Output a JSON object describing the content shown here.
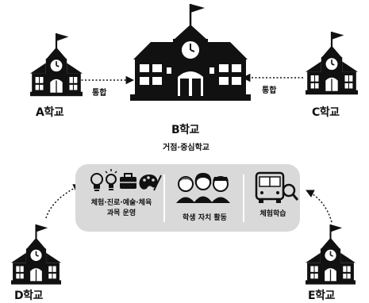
{
  "schools": {
    "a": "A학교",
    "b": "B학교",
    "c": "C학교",
    "d": "D학교",
    "e": "E학교"
  },
  "b_subtitle": "거점·중심학교",
  "edge_label_left": "통합",
  "edge_label_right": "통합",
  "panel": {
    "subjects_line1": "체험·진로·예술·체육",
    "subjects_line2": "과목 운영",
    "student_activity": "학생 자치 활동",
    "experiential": "체험학습"
  },
  "icons": [
    "school-building-icon",
    "lightbulb-icon",
    "briefcase-icon",
    "palette-icon",
    "students-icon",
    "bus-icon",
    "magnifier-icon",
    "flag-icon",
    "clock-icon"
  ]
}
